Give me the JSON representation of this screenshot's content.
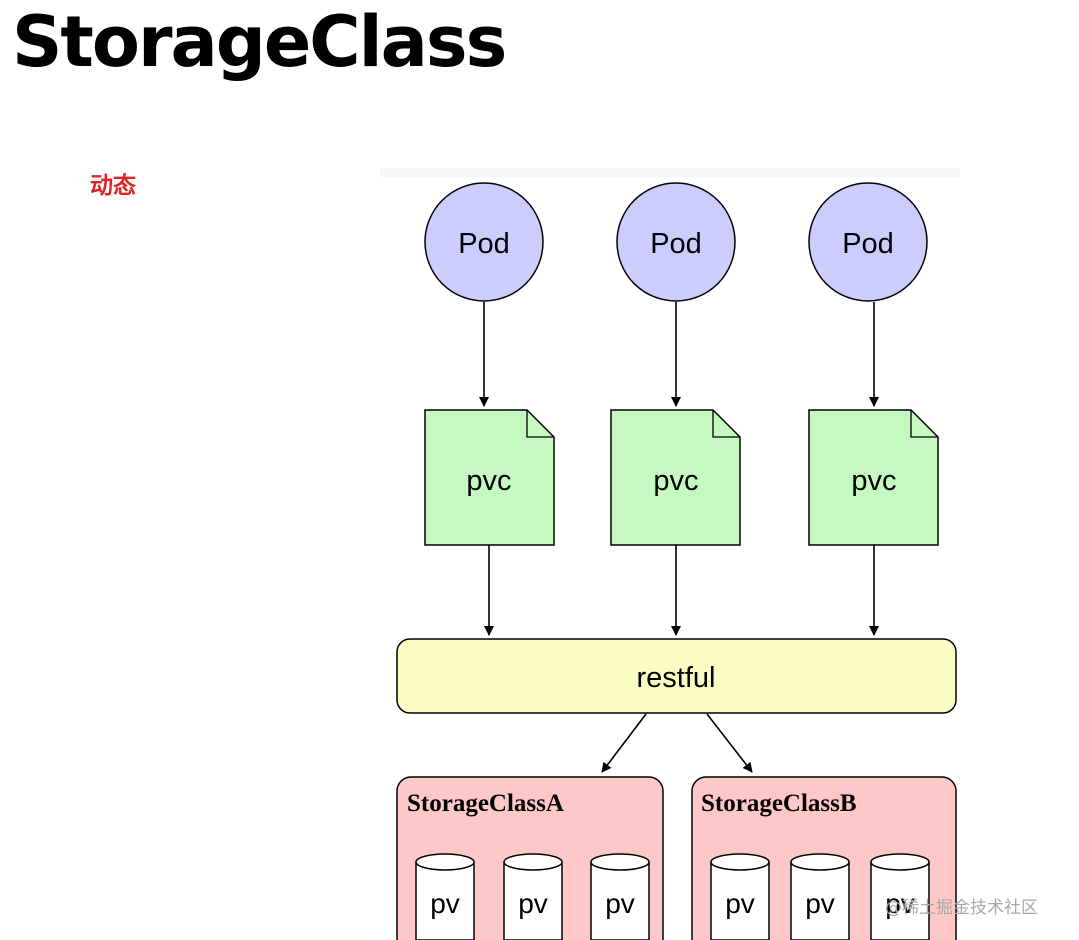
{
  "title": "StorageClass",
  "subtitle": "动态",
  "diagram": {
    "pods": [
      "Pod",
      "Pod",
      "Pod"
    ],
    "pvcs": [
      "pvc",
      "pvc",
      "pvc"
    ],
    "restful": "restful",
    "storage_classes": [
      {
        "name": "StorageClassA",
        "pvs": [
          "pv",
          "pv",
          "pv"
        ]
      },
      {
        "name": "StorageClassB",
        "pvs": [
          "pv",
          "pv",
          "pv"
        ]
      }
    ],
    "colors": {
      "pod_fill": "#ccccff",
      "pvc_fill": "#c6f8c2",
      "restful_fill": "#fbfcc4",
      "storage_fill": "#fec8c8",
      "pv_fill": "#ffffff",
      "stroke": "#000000"
    }
  },
  "watermark": "@稀土掘金技术社区"
}
